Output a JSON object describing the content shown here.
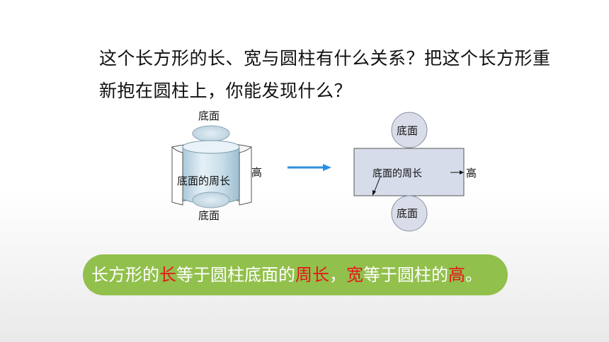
{
  "question": {
    "line1": "这个长方形的长、宽与圆柱有什么关系？把这个长方形重",
    "line2": "新抱在圆柱上，你能发现什么？"
  },
  "cylinder": {
    "top_label": "底面",
    "side_label": "底面的周长",
    "height_label": "高",
    "bottom_label": "底面"
  },
  "unrolled": {
    "top_circle_label": "底面",
    "rect_label": "底面的周长",
    "height_label": "高",
    "bottom_circle_label": "底面"
  },
  "colors": {
    "cylinder_fill": "#cfe3ee",
    "arrow_blue": "#2b8fe0",
    "rect_fill": "#d7dceb",
    "circle_fill": "#d9dde9",
    "answer_bg": "#92c04c",
    "highlight": "#e8141b"
  },
  "answer": {
    "part1": "长方形的",
    "hl1": "长",
    "part2": "等于圆柱底面的",
    "hl2": "周长",
    "part3": "，",
    "hl3": "宽",
    "part4": "等于圆柱的",
    "hl4": "高",
    "part5": "。"
  }
}
